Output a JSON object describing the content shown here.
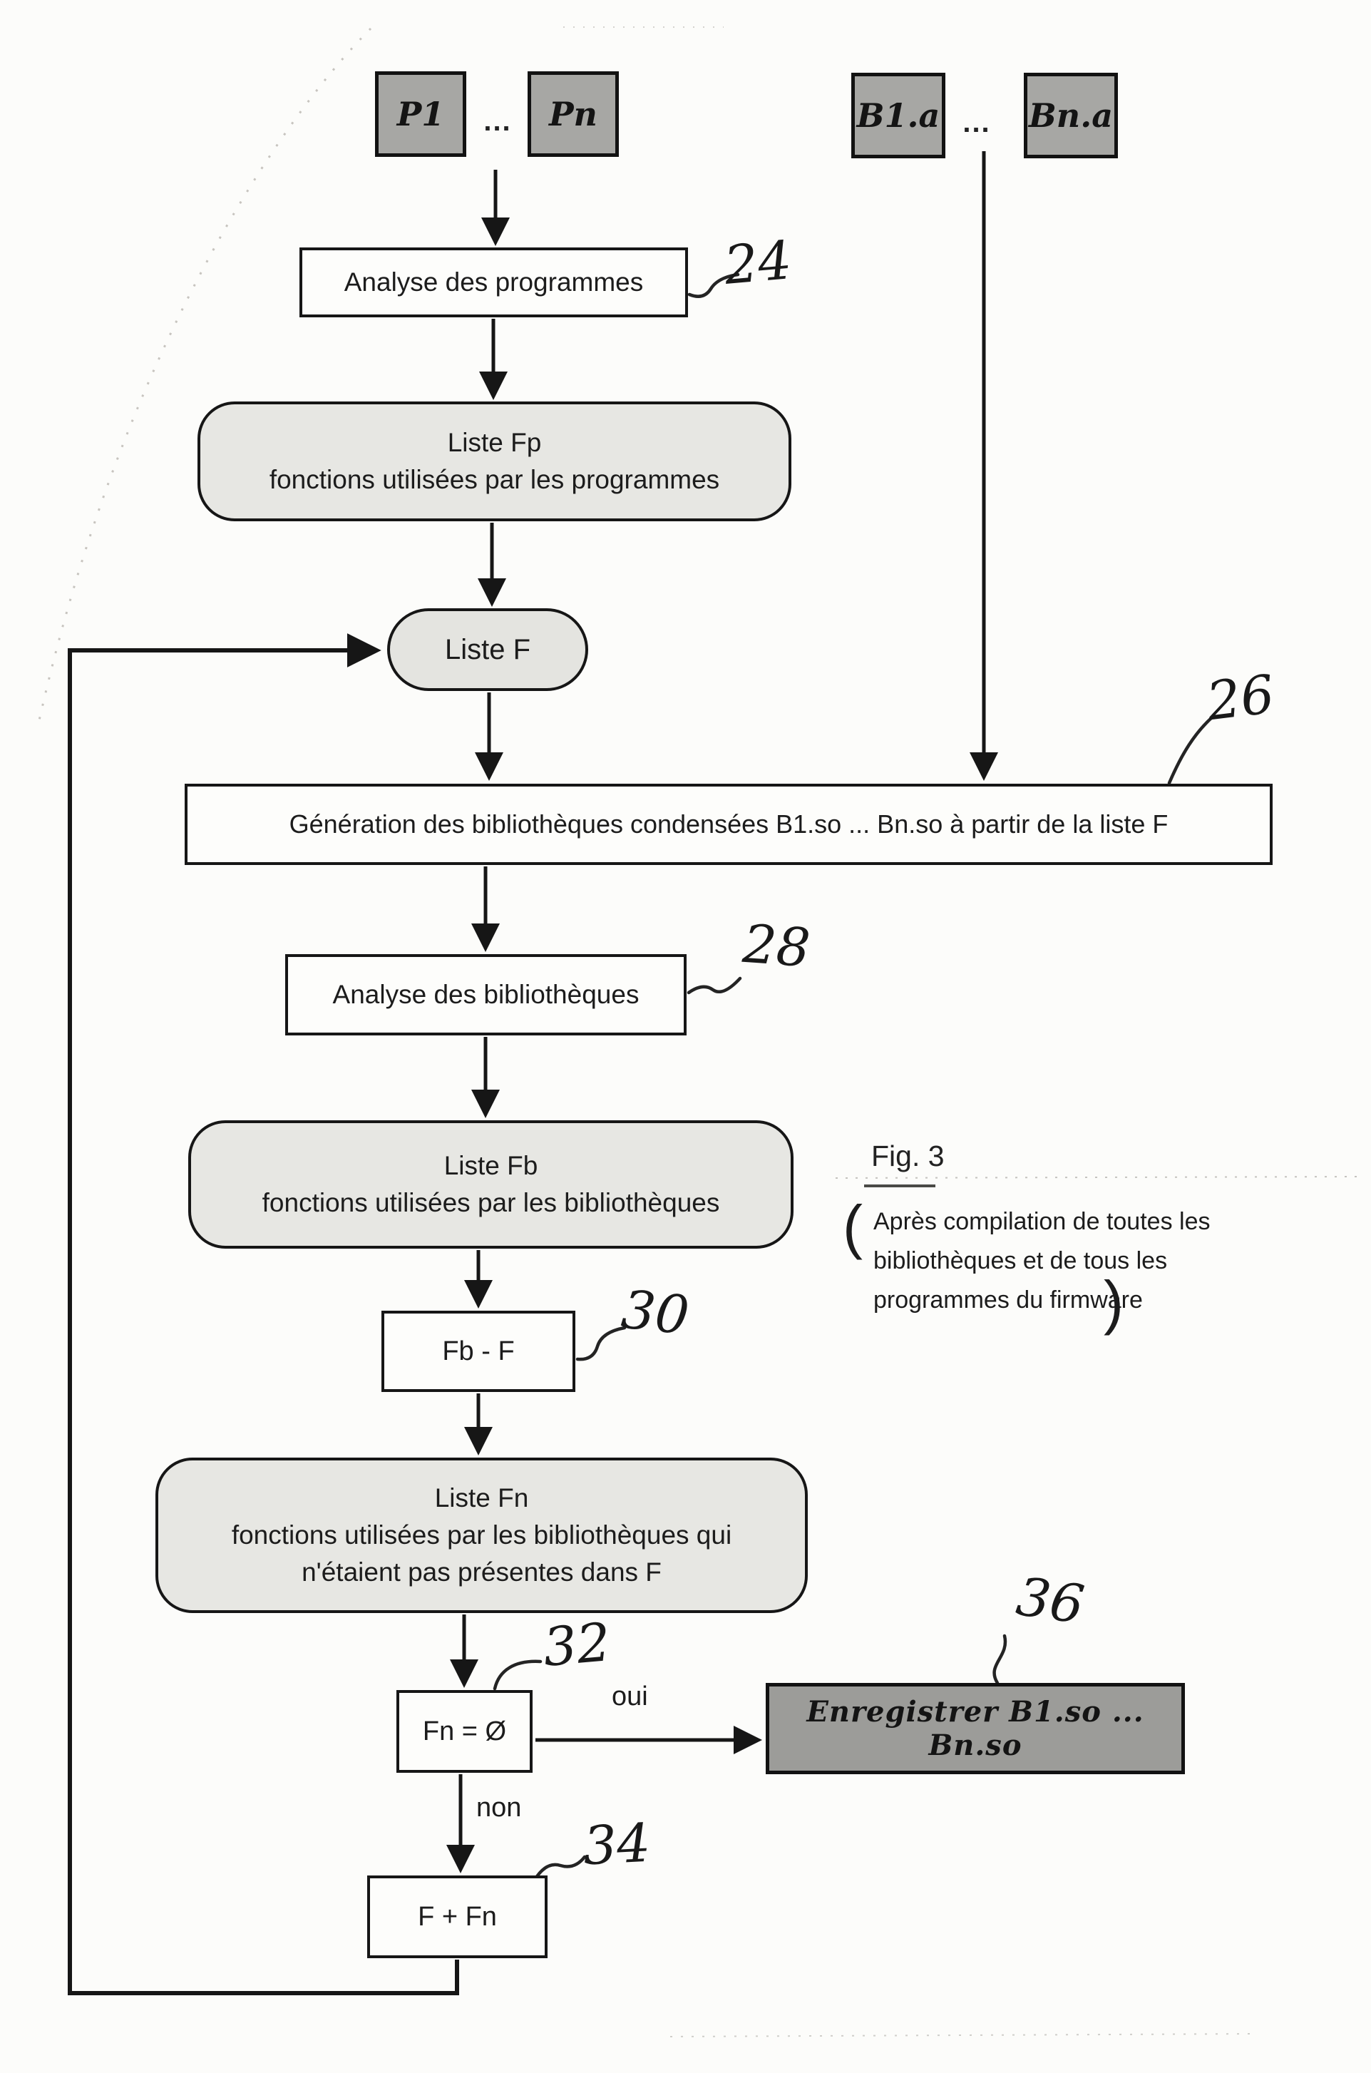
{
  "figure": {
    "label": "Fig. 3",
    "paren_open": "(",
    "note_line1": "Après compilation de toutes les",
    "note_line2": "bibliothèques et de tous les",
    "note_line3": "programmes du firmware",
    "paren_close": ")"
  },
  "top_inputs": {
    "p1": "P1",
    "p_dots": "...",
    "pn": "Pn",
    "b1a": "B1.a",
    "b_dots": "...",
    "bna": "Bn.a"
  },
  "nodes": {
    "analyse_programmes": {
      "label": "Analyse des programmes",
      "ref": "24"
    },
    "liste_fp": {
      "title": "Liste Fp",
      "subtitle": "fonctions utilisées par les programmes"
    },
    "liste_f": {
      "label": "Liste F"
    },
    "generation": {
      "label": "Génération des bibliothèques condensées B1.so ... Bn.so à partir de la liste F",
      "ref": "26"
    },
    "analyse_bibliotheques": {
      "label": "Analyse des bibliothèques",
      "ref": "28"
    },
    "liste_fb": {
      "title": "Liste Fb",
      "subtitle": "fonctions utilisées par les bibliothèques"
    },
    "fb_moins_f": {
      "label": "Fb - F",
      "ref": "30"
    },
    "liste_fn": {
      "title": "Liste Fn",
      "subtitle_line1": "fonctions utilisées par les bibliothèques qui",
      "subtitle_line2": "n'étaient pas présentes dans F"
    },
    "test_fn": {
      "label": "Fn = Ø",
      "ref": "32"
    },
    "enregistrer": {
      "label": "Enregistrer B1.so ... Bn.so",
      "ref": "36"
    },
    "f_plus_fn": {
      "label": "F + Fn",
      "ref": "34"
    }
  },
  "edge_labels": {
    "oui": "oui",
    "non": "non"
  },
  "colors": {
    "line": "#161616",
    "chip_fill": "#a7a7a4",
    "list_fill": "#e7e7e3",
    "process_fill": "#fdfdfb",
    "save_fill": "#9c9c99",
    "background": "#fcfcfa"
  }
}
